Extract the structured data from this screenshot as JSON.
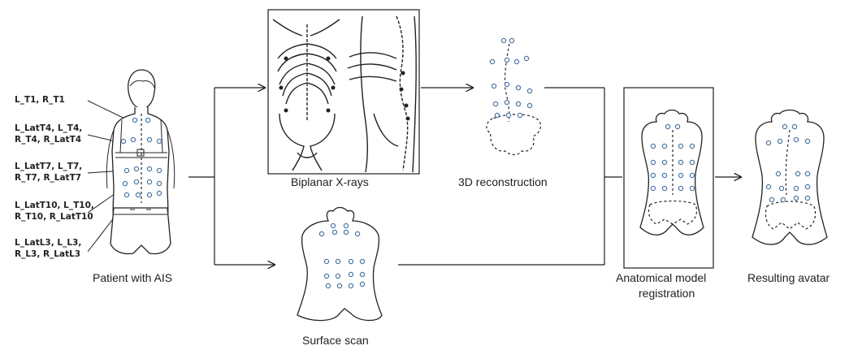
{
  "landmark_labels": [
    {
      "line1": "L_T1, R_T1",
      "line2": ""
    },
    {
      "line1": "L_LatT4, L_T4,",
      "line2": "R_T4, R_LatT4"
    },
    {
      "line1": "L_LatT7, L_T7,",
      "line2": "R_T7, R_LatT7"
    },
    {
      "line1": "L_LatT10, L_T10,",
      "line2": "R_T10, R_LatT10"
    },
    {
      "line1": "L_LatL3, L_L3,",
      "line2": "R_L3, R_LatL3"
    }
  ],
  "captions": {
    "patient": "Patient with AIS",
    "xray": "Biplanar X-rays",
    "surface": "Surface scan",
    "recon": "3D reconstruction",
    "registration_line1": "Anatomical model",
    "registration_line2": "registration",
    "avatar": "Resulting avatar"
  },
  "colors": {
    "landmark_marker": "#4e7aa6",
    "line": "#1f1f1f"
  }
}
